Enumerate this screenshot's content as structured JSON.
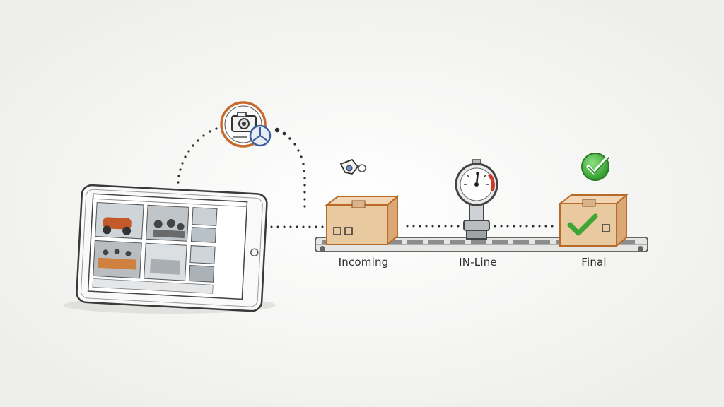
{
  "stages": [
    {
      "id": "incoming",
      "label": "Incoming"
    },
    {
      "id": "in-line",
      "label": "IN-Line"
    },
    {
      "id": "final",
      "label": "Final"
    }
  ],
  "colors": {
    "box_fill": "#e9c9a0",
    "box_stroke": "#b86a28",
    "check_green": "#3fa535",
    "gauge_red": "#d23a2a",
    "camera_ring": "#c86a2c",
    "badge_blue": "#3a5f9f",
    "ink": "#333333"
  },
  "icons": {
    "tablet": "tablet-gallery-icon",
    "camera": "camera-icon",
    "gauge": "pressure-gauge-icon",
    "tag": "tag-icon",
    "check": "check-badge-icon"
  }
}
